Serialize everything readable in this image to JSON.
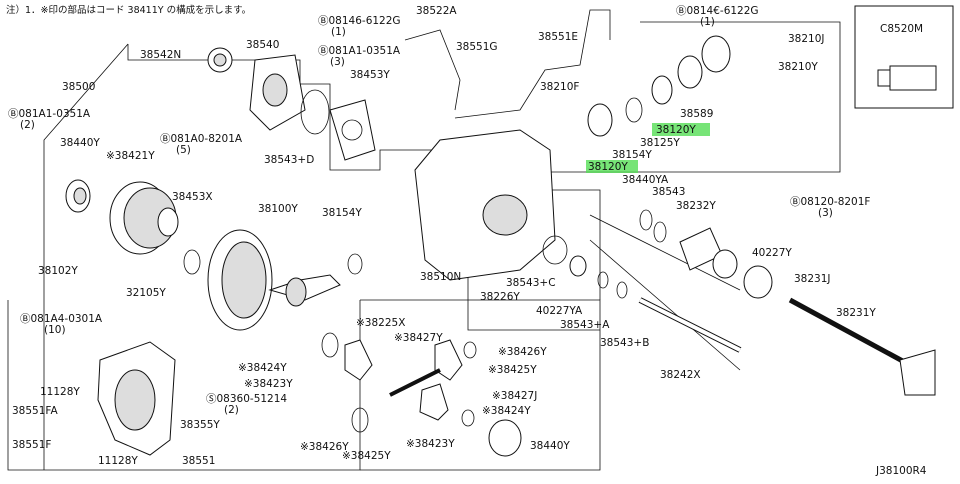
{
  "note": "注）1．※印の部品はコード 38411Y の構成を示します。",
  "diagram_code": "J38100R4",
  "inset_label": "C8520M",
  "highlight_color": "#55dd55",
  "labels": [
    {
      "id": "l38500",
      "text": "38500"
    },
    {
      "id": "l38542N",
      "text": "38542N"
    },
    {
      "id": "l38540",
      "text": "38540"
    },
    {
      "id": "l08146_1",
      "text": "Ⓑ08146-6122G"
    },
    {
      "id": "l08146_1q",
      "text": "(1)"
    },
    {
      "id": "l38522A",
      "text": "38522A"
    },
    {
      "id": "l38551G",
      "text": "38551G"
    },
    {
      "id": "l38551E",
      "text": "38551E"
    },
    {
      "id": "l08146_2",
      "text": "Ⓑ0814€-6122G"
    },
    {
      "id": "l08146_2q",
      "text": "(1)"
    },
    {
      "id": "l38210J",
      "text": "38210J"
    },
    {
      "id": "l38210Y",
      "text": "38210Y"
    },
    {
      "id": "l081A1_a",
      "text": "Ⓑ081A1-0351A"
    },
    {
      "id": "l081A1_aq",
      "text": "(3)"
    },
    {
      "id": "l38453Y",
      "text": "38453Y"
    },
    {
      "id": "l38210F",
      "text": "38210F"
    },
    {
      "id": "l081A1_b",
      "text": "Ⓑ081A1-0351A"
    },
    {
      "id": "l081A1_bq",
      "text": "(2)"
    },
    {
      "id": "l081A0",
      "text": "Ⓑ081A0-8201A"
    },
    {
      "id": "l081A0q",
      "text": "(5)"
    },
    {
      "id": "l38543D",
      "text": "38543+D"
    },
    {
      "id": "l38589",
      "text": "38589"
    },
    {
      "id": "l38120Y_a",
      "text": "38120Y"
    },
    {
      "id": "l38125Y",
      "text": "38125Y"
    },
    {
      "id": "l38154Y_a",
      "text": "38154Y"
    },
    {
      "id": "l38120Y_b",
      "text": "38120Y"
    },
    {
      "id": "l38440Y_a",
      "text": "38440Y"
    },
    {
      "id": "l38421Y",
      "text": "※38421Y"
    },
    {
      "id": "l38453X",
      "text": "38453X"
    },
    {
      "id": "l38100Y",
      "text": "38100Y"
    },
    {
      "id": "l38154Y_b",
      "text": "38154Y"
    },
    {
      "id": "l38440YA",
      "text": "38440YA"
    },
    {
      "id": "l38543",
      "text": "38543"
    },
    {
      "id": "l38232Y",
      "text": "38232Y"
    },
    {
      "id": "l08120",
      "text": "Ⓑ08120-8201F"
    },
    {
      "id": "l08120q",
      "text": "(3)"
    },
    {
      "id": "l40227Y",
      "text": "40227Y"
    },
    {
      "id": "l38231J",
      "text": "38231J"
    },
    {
      "id": "l38102Y",
      "text": "38102Y"
    },
    {
      "id": "l38510N",
      "text": "38510N"
    },
    {
      "id": "l38543C",
      "text": "38543+C"
    },
    {
      "id": "l38226Y",
      "text": "38226Y"
    },
    {
      "id": "l40227YA",
      "text": "40227YA"
    },
    {
      "id": "l38543A",
      "text": "38543+A"
    },
    {
      "id": "l38543B",
      "text": "38543+B"
    },
    {
      "id": "l32105Y",
      "text": "32105Y"
    },
    {
      "id": "l081A4",
      "text": "Ⓑ081A4-0301A"
    },
    {
      "id": "l081A4q",
      "text": "(10)"
    },
    {
      "id": "l38225X",
      "text": "※38225X"
    },
    {
      "id": "l38427Y",
      "text": "※38427Y"
    },
    {
      "id": "l38426Y_a",
      "text": "※38426Y"
    },
    {
      "id": "l38424Y_a",
      "text": "※38424Y"
    },
    {
      "id": "l38425Y_a",
      "text": "※38425Y"
    },
    {
      "id": "l38423Y_a",
      "text": "※38423Y"
    },
    {
      "id": "l38427J",
      "text": "※38427J"
    },
    {
      "id": "l38424Y_b",
      "text": "※38424Y"
    },
    {
      "id": "l08360",
      "text": "Ⓢ08360-51214"
    },
    {
      "id": "l08360q",
      "text": "(2)"
    },
    {
      "id": "l38231Y",
      "text": "38231Y"
    },
    {
      "id": "l38242X",
      "text": "38242X"
    },
    {
      "id": "l11128Y_a",
      "text": "11128Y"
    },
    {
      "id": "l38551FA",
      "text": "38551FA"
    },
    {
      "id": "l38355Y",
      "text": "38355Y"
    },
    {
      "id": "l38551F",
      "text": "38551F"
    },
    {
      "id": "l11128Y_b",
      "text": "11128Y"
    },
    {
      "id": "l38551",
      "text": "38551"
    },
    {
      "id": "l38426Y_b",
      "text": "※38426Y"
    },
    {
      "id": "l38425Y_b",
      "text": "※38425Y"
    },
    {
      "id": "l38423Y_b",
      "text": "※38423Y"
    },
    {
      "id": "l38440Y_b",
      "text": "38440Y"
    }
  ]
}
